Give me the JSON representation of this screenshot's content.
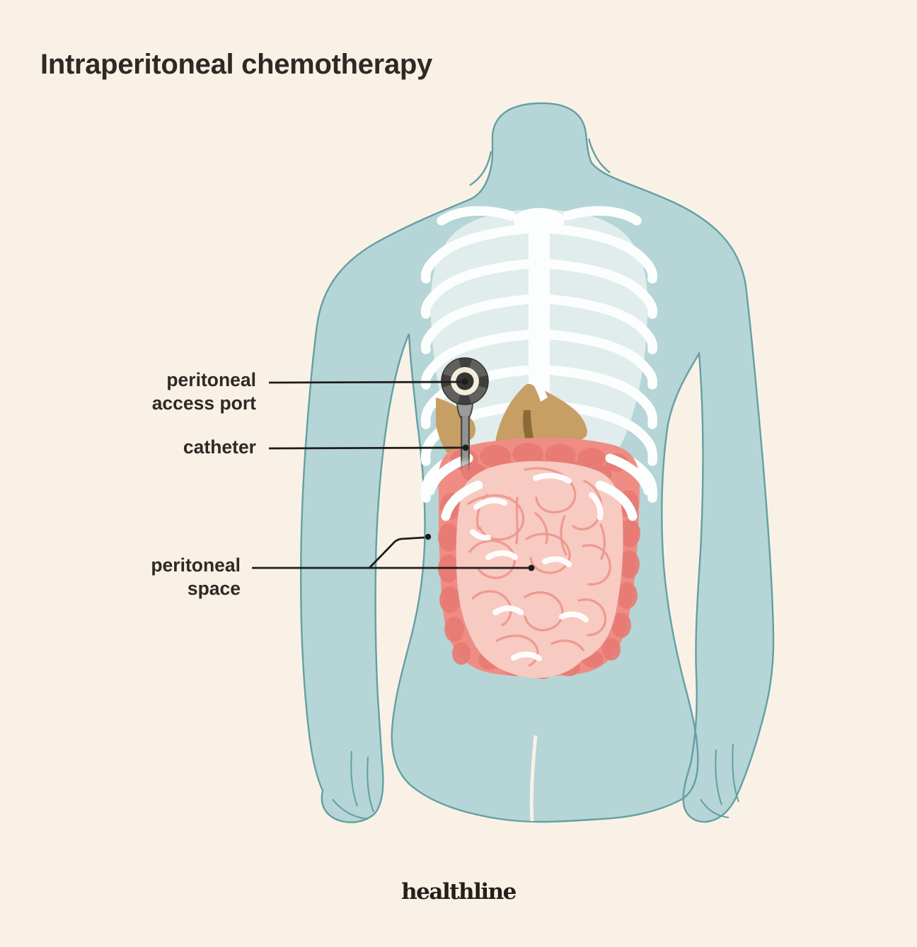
{
  "title": "Intraperitoneal chemotherapy",
  "brand": "healthline",
  "labels": {
    "access_port": {
      "line1": "peritoneal",
      "line2": "access port"
    },
    "catheter": "catheter",
    "peritoneal_space": {
      "line1": "peritoneal",
      "line2": "space"
    }
  },
  "colors": {
    "bg": "#faf1e6",
    "ink": "#2d2a26",
    "body": "#b5d5d7",
    "body_line": "#63a0a3",
    "rib": "#fcfefe",
    "rib_panel": "#e6eff0",
    "liver": "#c79e63",
    "liver_dark": "#8a6a39",
    "gallbladder": "#e0be8e",
    "colon": "#ef8d85",
    "colon_bump": "#e87b74",
    "intestine": "#f7cac2",
    "intestine_line": "#ee9a90",
    "port_dark": "#3f3f3d",
    "port_mid": "#60605d",
    "port_cream": "#f3ecdb",
    "catheter_gray": "#929290",
    "leader": "#1d1d1b"
  }
}
